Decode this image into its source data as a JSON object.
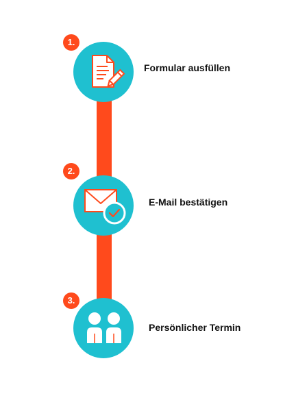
{
  "steps": [
    {
      "number": "1.",
      "label": "Formular ausfüllen",
      "icon": "form-edit-icon"
    },
    {
      "number": "2.",
      "label": "E-Mail bestätigen",
      "icon": "email-check-icon"
    },
    {
      "number": "3.",
      "label": "Persönlicher Termin",
      "icon": "people-meeting-icon"
    }
  ],
  "colors": {
    "accent": "#ff4a1c",
    "circle": "#1fc0d0",
    "icon_fill": "#ffffff",
    "icon_stroke": "#ff4a1c",
    "text": "#111111"
  }
}
